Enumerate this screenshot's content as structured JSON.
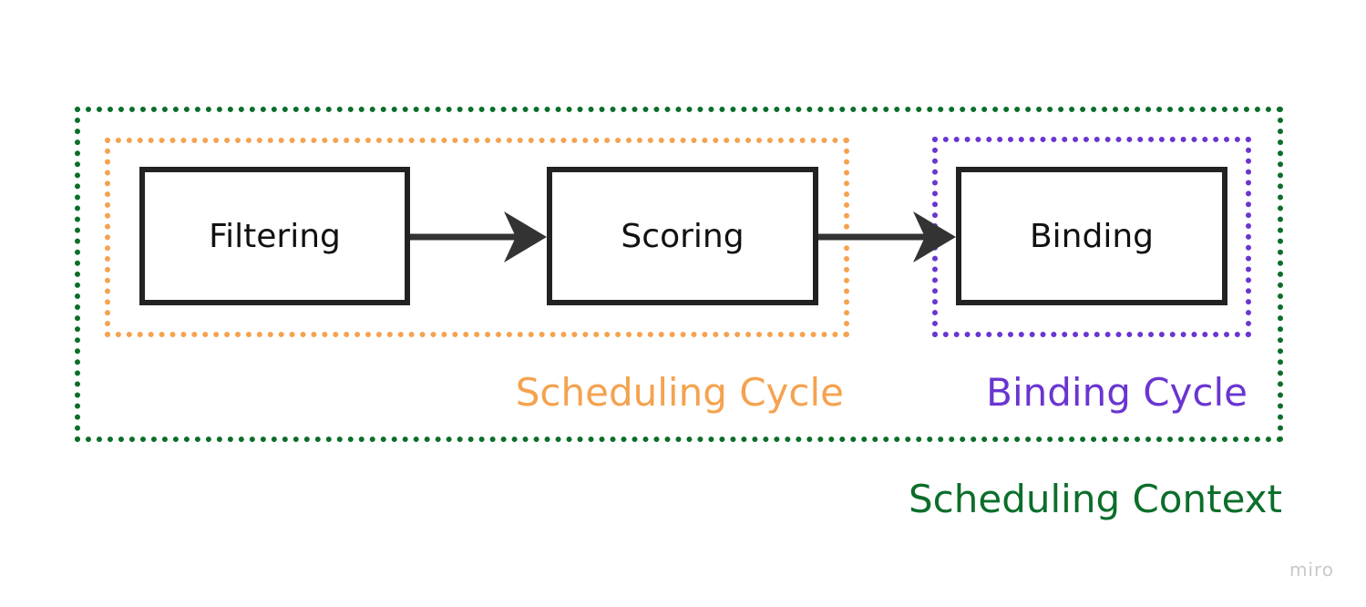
{
  "nodes": {
    "filtering": "Filtering",
    "scoring": "Scoring",
    "binding": "Binding"
  },
  "groups": {
    "scheduling_cycle": "Scheduling Cycle",
    "binding_cycle": "Binding Cycle",
    "scheduling_context": "Scheduling Context"
  },
  "watermark": "miro",
  "colors": {
    "scheduling_cycle": "#f5a24f",
    "binding_cycle": "#6a35d1",
    "scheduling_context": "#0b6e2a",
    "node_border": "#222222"
  },
  "edges": [
    {
      "from": "Filtering",
      "to": "Scoring"
    },
    {
      "from": "Scoring",
      "to": "Binding"
    }
  ]
}
